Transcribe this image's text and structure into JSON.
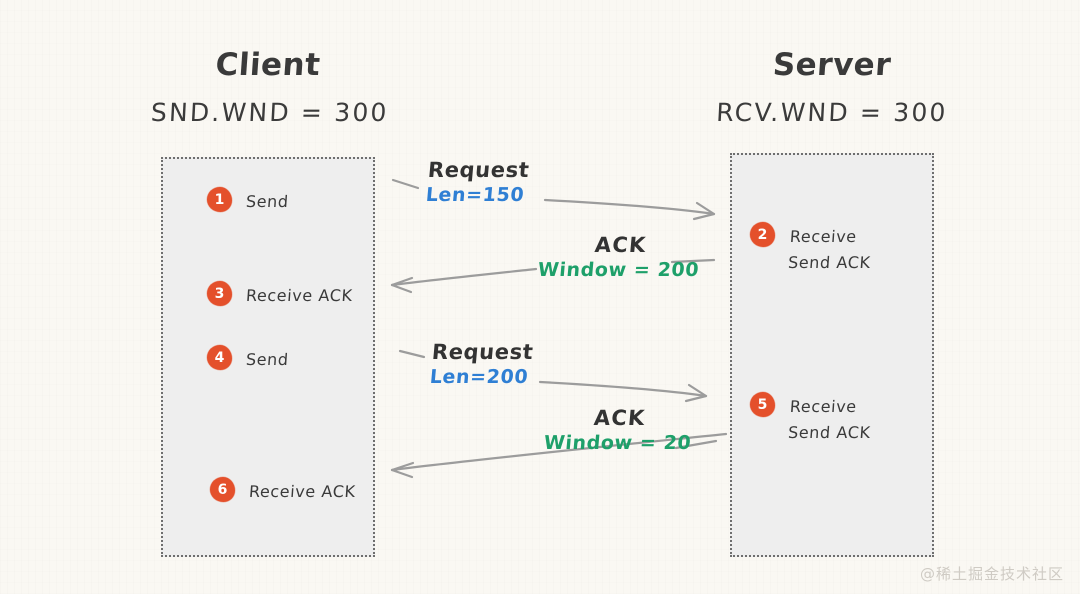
{
  "diagram": {
    "title_client": "Client",
    "title_server": "Server",
    "client_window": "SND.WND = 300",
    "server_window": "RCV.WND = 300",
    "watermark": "@稀土掘金技术社区",
    "colors": {
      "background": "#faf8f3",
      "lane_fill": "#eeeeee",
      "lane_border": "#6e6e6e",
      "badge": "#e4502b",
      "ink": "#3a3a3a",
      "arrow": "#9c9c9c",
      "blue": "#2f7fd4",
      "green": "#1ea06a"
    }
  },
  "client_steps": [
    {
      "num": "1",
      "line1": "Send",
      "line2": ""
    },
    {
      "num": "3",
      "line1": "Receive ACK",
      "line2": ""
    },
    {
      "num": "4",
      "line1": "Send",
      "line2": ""
    },
    {
      "num": "6",
      "line1": "Receive ACK",
      "line2": ""
    }
  ],
  "server_steps": [
    {
      "num": "2",
      "line1": "Receive",
      "line2": "Send ACK"
    },
    {
      "num": "5",
      "line1": "Receive",
      "line2": "Send ACK"
    }
  ],
  "messages": [
    {
      "id": "request-1",
      "direction": "client-to-server",
      "title": "Request",
      "detail": "Len=150",
      "detail_color": "blue"
    },
    {
      "id": "ack-1",
      "direction": "server-to-client",
      "title": "ACK",
      "detail": "Window = 200",
      "detail_color": "green"
    },
    {
      "id": "request-2",
      "direction": "client-to-server",
      "title": "Request",
      "detail": "Len=200",
      "detail_color": "blue"
    },
    {
      "id": "ack-2",
      "direction": "server-to-client",
      "title": "ACK",
      "detail": "Window = 20",
      "detail_color": "green"
    }
  ]
}
